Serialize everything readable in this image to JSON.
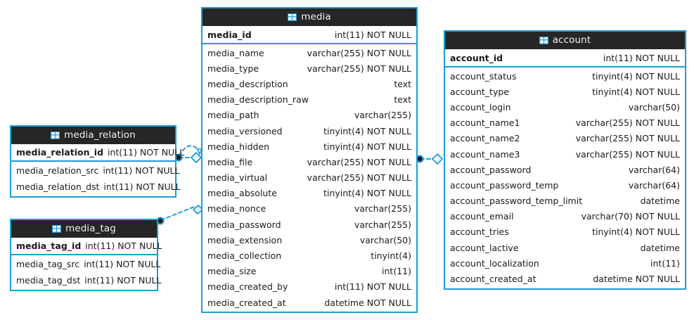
{
  "diagram": {
    "type": "entity-relationship-diagram",
    "background_color": "#ffffff",
    "accent_color": "#1f9bd6",
    "header_color": "#262626",
    "header_text_color": "#f2f2f2",
    "icon_name": "table-icon"
  },
  "entities": [
    {
      "id": "media",
      "name": "media",
      "icon": "table-icon",
      "primary_key": [
        {
          "name": "media_id",
          "type": "int(11) NOT NULL"
        }
      ],
      "columns": [
        {
          "name": "media_name",
          "type": "varchar(255) NOT NULL"
        },
        {
          "name": "media_type",
          "type": "varchar(255) NOT NULL"
        },
        {
          "name": "media_description",
          "type": "text"
        },
        {
          "name": "media_description_raw",
          "type": "text"
        },
        {
          "name": "media_path",
          "type": "varchar(255)"
        },
        {
          "name": "media_versioned",
          "type": "tinyint(4) NOT NULL"
        },
        {
          "name": "media_hidden",
          "type": "tinyint(4) NOT NULL"
        },
        {
          "name": "media_file",
          "type": "varchar(255) NOT NULL"
        },
        {
          "name": "media_virtual",
          "type": "varchar(255) NOT NULL"
        },
        {
          "name": "media_absolute",
          "type": "tinyint(4) NOT NULL"
        },
        {
          "name": "media_nonce",
          "type": "varchar(255)"
        },
        {
          "name": "media_password",
          "type": "varchar(255)"
        },
        {
          "name": "media_extension",
          "type": "varchar(50)"
        },
        {
          "name": "media_collection",
          "type": "tinyint(4)"
        },
        {
          "name": "media_size",
          "type": "int(11)"
        },
        {
          "name": "media_created_by",
          "type": "int(11) NOT NULL"
        },
        {
          "name": "media_created_at",
          "type": "datetime NOT NULL"
        }
      ]
    },
    {
      "id": "account",
      "name": "account",
      "icon": "table-icon",
      "primary_key": [
        {
          "name": "account_id",
          "type": "int(11) NOT NULL"
        }
      ],
      "columns": [
        {
          "name": "account_status",
          "type": "tinyint(4) NOT NULL"
        },
        {
          "name": "account_type",
          "type": "tinyint(4) NOT NULL"
        },
        {
          "name": "account_login",
          "type": "varchar(50)"
        },
        {
          "name": "account_name1",
          "type": "varchar(255) NOT NULL"
        },
        {
          "name": "account_name2",
          "type": "varchar(255) NOT NULL"
        },
        {
          "name": "account_name3",
          "type": "varchar(255) NOT NULL"
        },
        {
          "name": "account_password",
          "type": "varchar(64)"
        },
        {
          "name": "account_password_temp",
          "type": "varchar(64)"
        },
        {
          "name": "account_password_temp_limit",
          "type": "datetime"
        },
        {
          "name": "account_email",
          "type": "varchar(70) NOT NULL"
        },
        {
          "name": "account_tries",
          "type": "tinyint(4) NOT NULL"
        },
        {
          "name": "account_lactive",
          "type": "datetime"
        },
        {
          "name": "account_localization",
          "type": "int(11)"
        },
        {
          "name": "account_created_at",
          "type": "datetime NOT NULL"
        }
      ]
    },
    {
      "id": "media_relation",
      "name": "media_relation",
      "icon": "table-icon",
      "primary_key": [
        {
          "name": "media_relation_id",
          "type": "int(11) NOT NULL"
        }
      ],
      "columns": [
        {
          "name": "media_relation_src",
          "type": "int(11) NOT NULL"
        },
        {
          "name": "media_relation_dst",
          "type": "int(11) NOT NULL"
        }
      ]
    },
    {
      "id": "media_tag",
      "name": "media_tag",
      "icon": "table-icon",
      "primary_key": [
        {
          "name": "media_tag_id",
          "type": "int(11) NOT NULL"
        }
      ],
      "columns": [
        {
          "name": "media_tag_src",
          "type": "int(11) NOT NULL"
        },
        {
          "name": "media_tag_dst",
          "type": "int(11) NOT NULL"
        }
      ]
    }
  ],
  "relationships": [
    {
      "from": "media_relation",
      "to": "media",
      "style": "dashed",
      "from_marker": "filled-circle",
      "to_marker": "diamond"
    },
    {
      "from": "media_relation",
      "to": "media",
      "style": "dashed",
      "from_marker": "filled-circle",
      "to_marker": "diamond"
    },
    {
      "from": "media_tag",
      "to": "media",
      "style": "dashed",
      "from_marker": "filled-circle",
      "to_marker": "diamond"
    },
    {
      "from": "media",
      "to": "account",
      "style": "dashed",
      "from_marker": "filled-circle",
      "to_marker": "diamond"
    }
  ]
}
